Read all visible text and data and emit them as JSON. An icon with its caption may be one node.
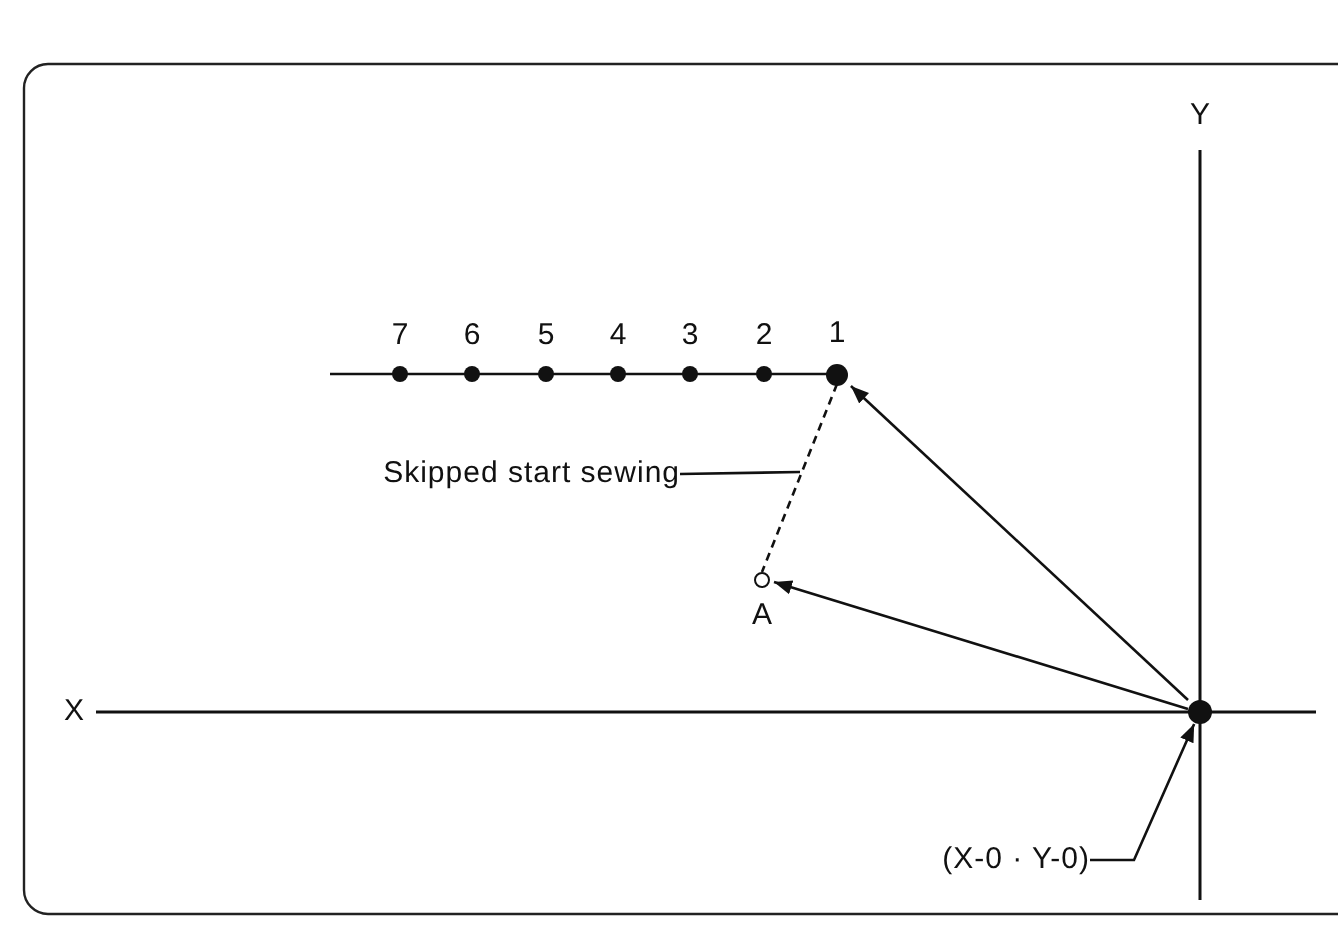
{
  "diagram": {
    "nodes": [
      {
        "text": [
          "1"
        ]
      },
      {
        "text": [
          "A"
        ]
      },
      {
        "text": [],
        "shape": "circle"
      },
      {
        "text": [
          "Skipped start sewing"
        ]
      },
      {
        "text": [
          "(X-0 · Y-0)"
        ]
      }
    ],
    "edges": [
      {
        "from": 2,
        "to": 0,
        "arrow": "to"
      },
      {
        "from": 2,
        "to": 1,
        "arrow": "to"
      },
      {
        "from": 0,
        "to": 1,
        "arrow": "none",
        "style": "dashed"
      },
      {
        "from": 3,
        "to": null,
        "arrow": "none"
      },
      {
        "from": 4,
        "to": 2,
        "arrow": "to"
      }
    ],
    "labels": [
      "Y",
      "7",
      "6",
      "5",
      "4",
      "3",
      "2",
      "X"
    ]
  }
}
